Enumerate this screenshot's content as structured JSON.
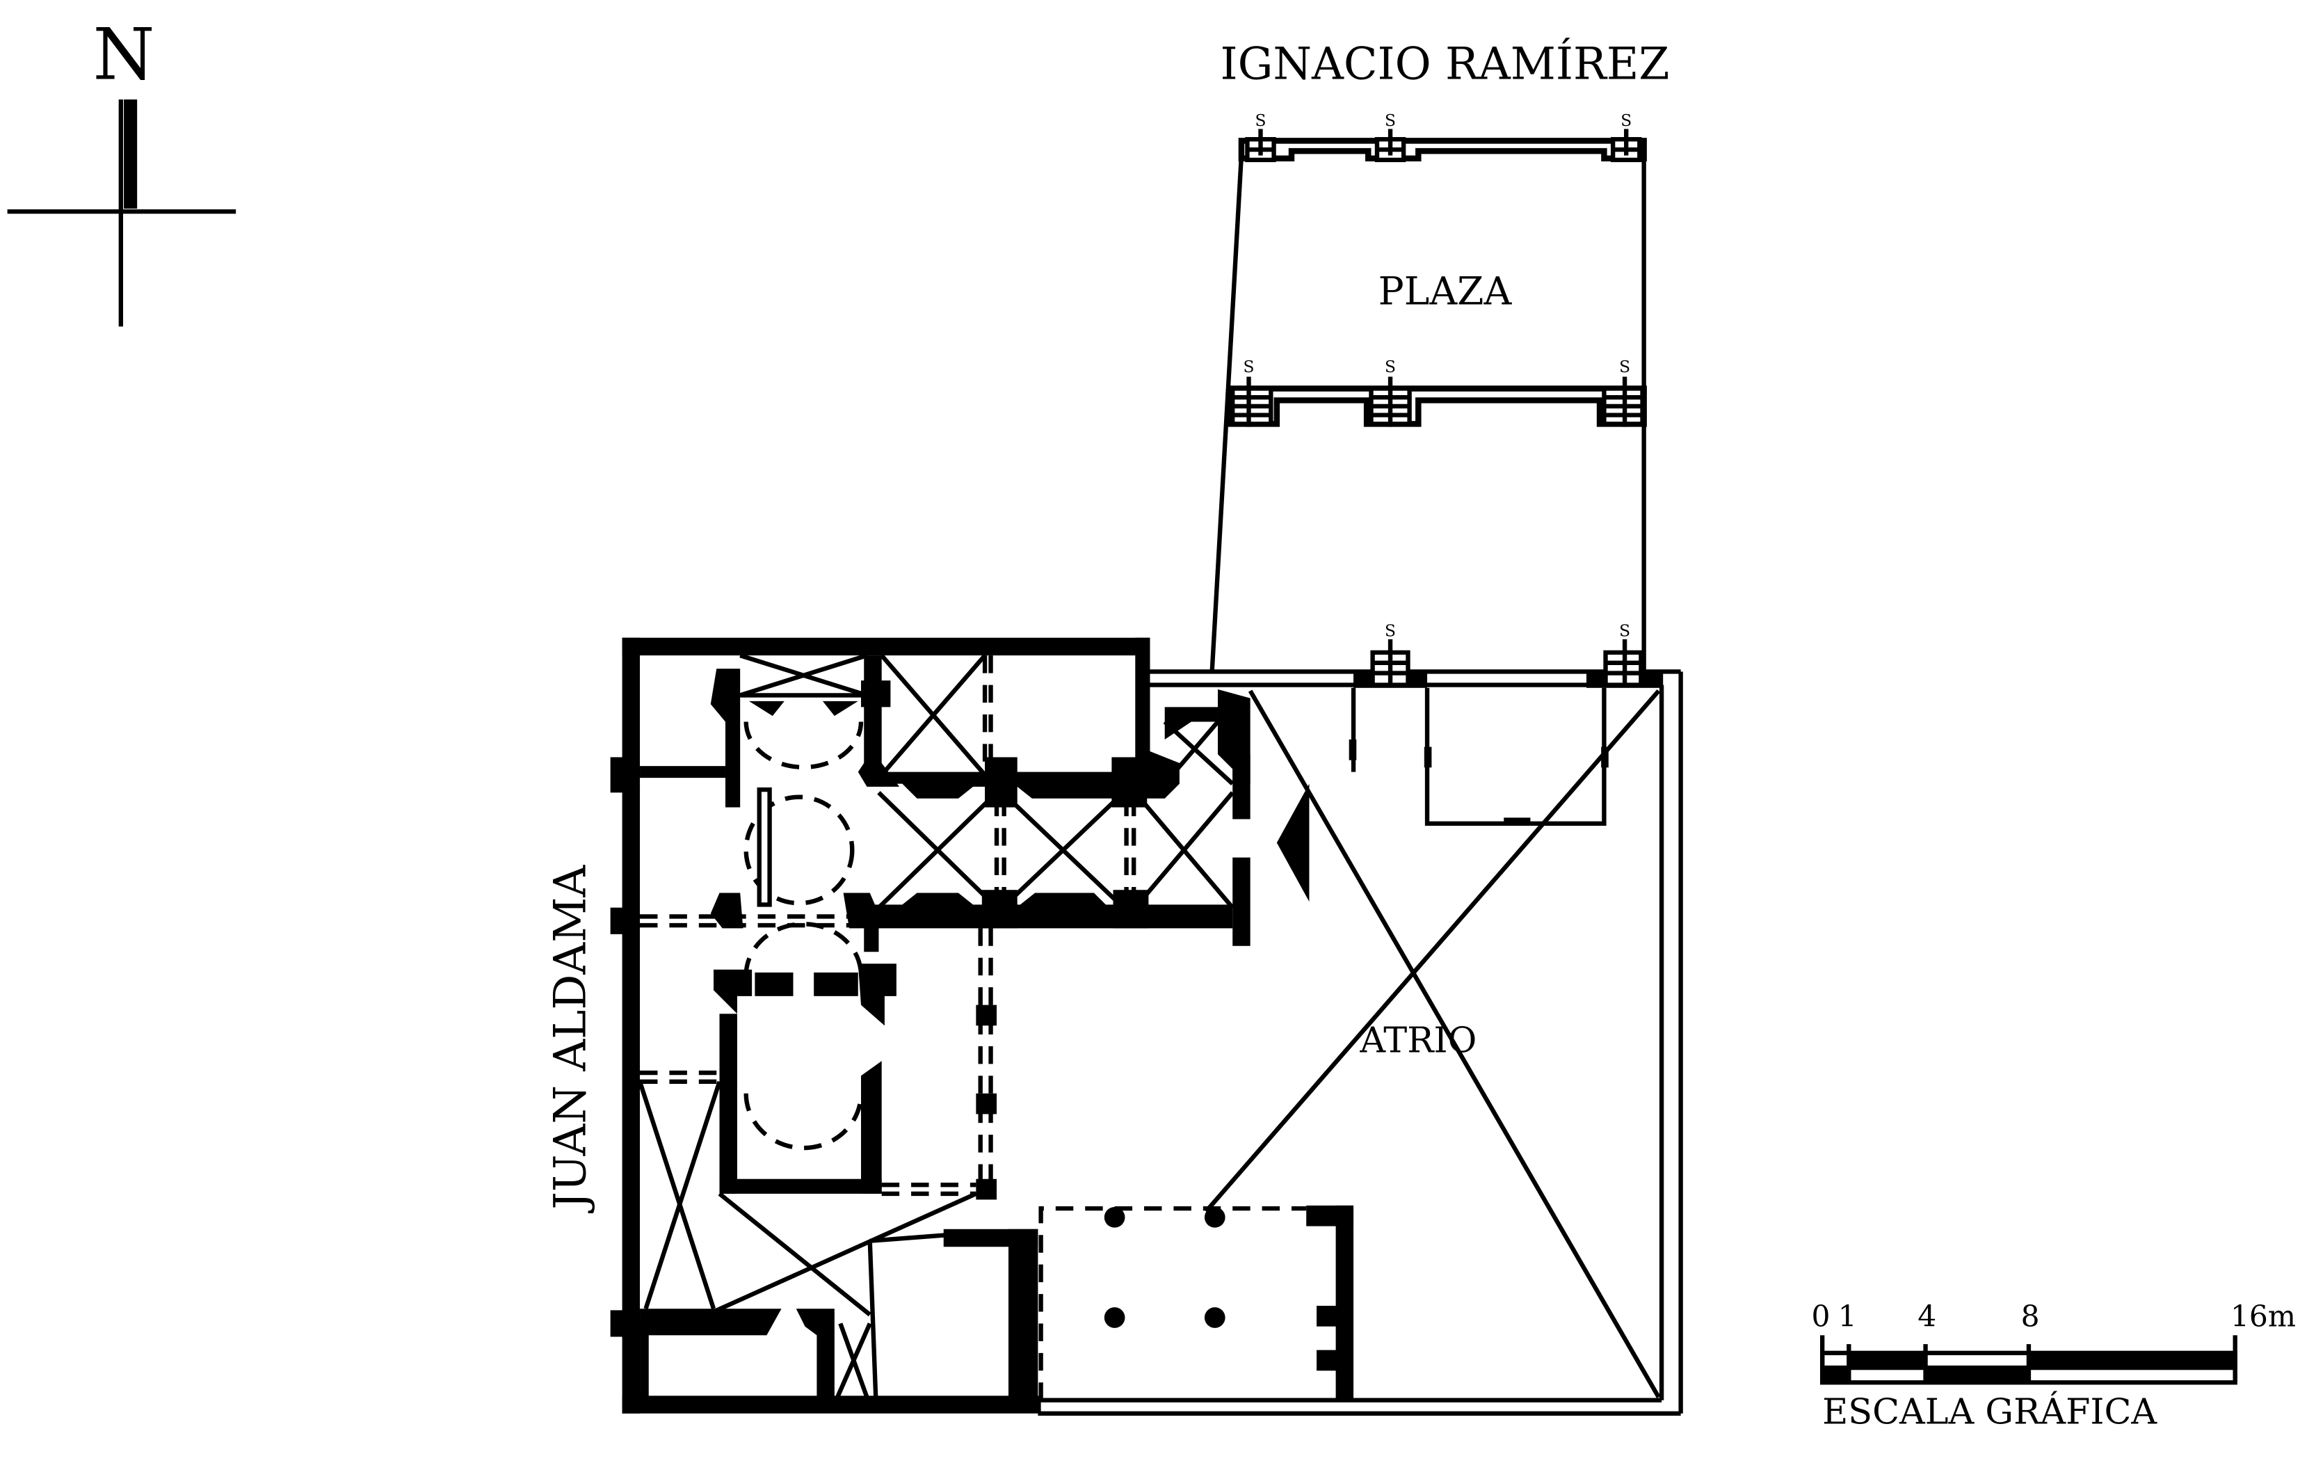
{
  "plan": {
    "north_label": "N",
    "street_north": "IGNACIO RAMÍREZ",
    "street_west": "JUAN ALDAMA",
    "plaza_label": "PLAZA",
    "atrio_label": "ATRIO",
    "step_mark": "S"
  },
  "scale": {
    "title": "ESCALA GRÁFICA",
    "ticks": [
      "0",
      "1",
      "4",
      "8",
      "16m"
    ]
  }
}
